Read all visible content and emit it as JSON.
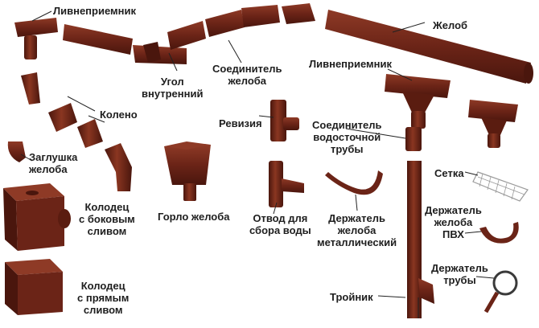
{
  "labels": {
    "livnepriemnik_top": "Ливнеприемник",
    "zhelob": "Желоб",
    "ugol": "Угол\nвнутренний",
    "soed_zheloba": "Соединитель\nжелоба",
    "livnepriemnik_right": "Ливнеприемник",
    "koleno": "Колено",
    "reviziya": "Ревизия",
    "soed_truby": "Соединитель\nводосточной\nтрубы",
    "zaglushka": "Заглушка\nжелоба",
    "setka": "Сетка",
    "kolodets_bok": "Колодец\nс боковым\nсливом",
    "gorlo": "Горло желоба",
    "otvod": "Отвод для\nсбора воды",
    "derzh_metal": "Держатель\nжелоба\nметаллический",
    "derzh_pvh": "Держатель\nжелоба\nПВХ",
    "kolodets_pryam": "Колодец\nс прямым\nсливом",
    "derzh_truby": "Держатель\nтрубы",
    "troinik": "Тройник"
  },
  "colors": {
    "part": "#6b2417",
    "part_dark": "#4a160d",
    "part_light": "#8e3a26",
    "leader": "#222222",
    "text": "#1e1e1e",
    "mesh": "#9a9a9a"
  }
}
